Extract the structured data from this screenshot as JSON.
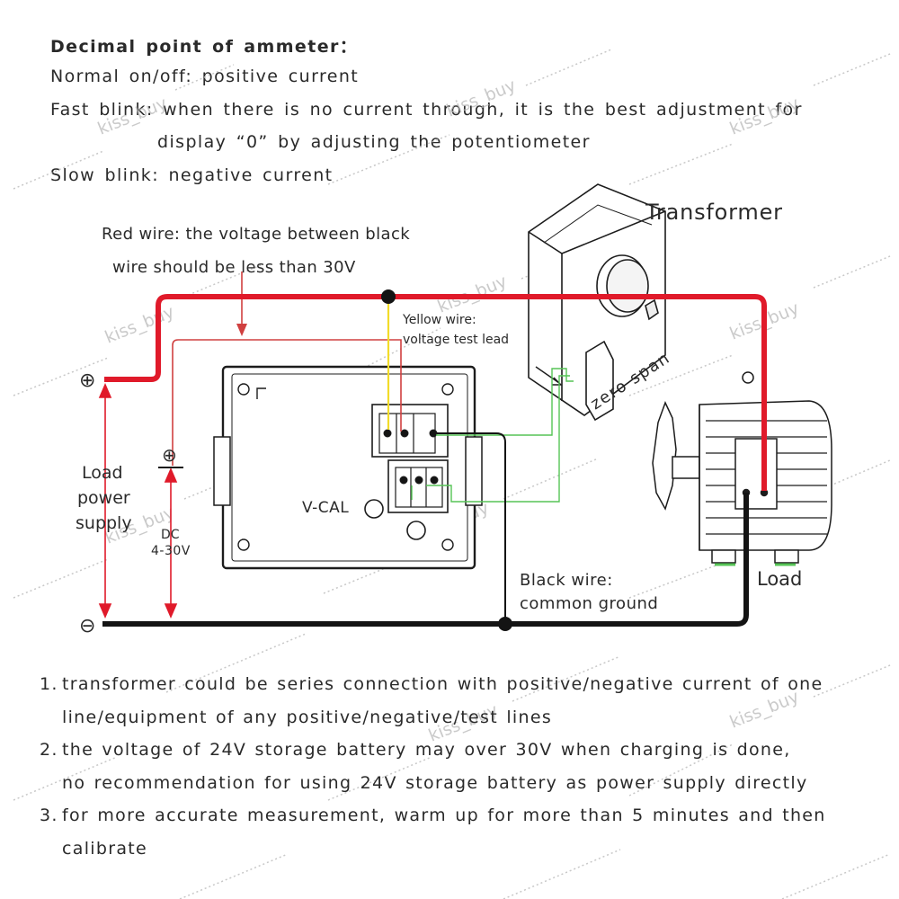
{
  "header": {
    "title": "Decimal point of ammeter：",
    "normal": "Normal on/off: positive current",
    "fast_blink": "Fast blink: when there is no current through, it is the best adjustment for",
    "fast_blink_cont": "display “0” by adjusting the potentiometer",
    "slow_blink": "Slow blink: negative current"
  },
  "labels": {
    "transformer": "Transformer",
    "red_wire_1": "Red wire: the voltage between black",
    "red_wire_2": "wire should be less than 30V",
    "yellow_wire_1": "Yellow wire:",
    "yellow_wire_2": "voltage test lead",
    "zero_span": "zero span",
    "v_cal": "V-CAL",
    "load_supply_1": "Load",
    "load_supply_2": "power",
    "load_supply_3": "supply",
    "dc": "DC",
    "dc_range": "4-30V",
    "black_wire_1": "Black wire:",
    "black_wire_2": "common ground",
    "load": "Load",
    "plus": "⊕",
    "minus": "⊖"
  },
  "watermark": "kiss_buy",
  "notes": [
    {
      "num": "1.",
      "line1": "transformer could be series connection with positive/negative current of one",
      "line2": "line/equipment of any positive/negative/test lines"
    },
    {
      "num": "2.",
      "line1": "the voltage of 24V storage battery may over 30V when charging is done,",
      "line2": "no recommendation for using 24V storage battery as power supply directly"
    },
    {
      "num": "3.",
      "line1": "for more accurate measurement, warm up for more than 5 minutes and then",
      "line2": "calibrate"
    }
  ],
  "colors": {
    "red_wire": "#e01a2a",
    "black_wire": "#141414",
    "yellow_wire": "#f2dc2a",
    "green_wire": "#56c456",
    "red_thin": "#d04040",
    "outline": "#1c1c1c"
  }
}
